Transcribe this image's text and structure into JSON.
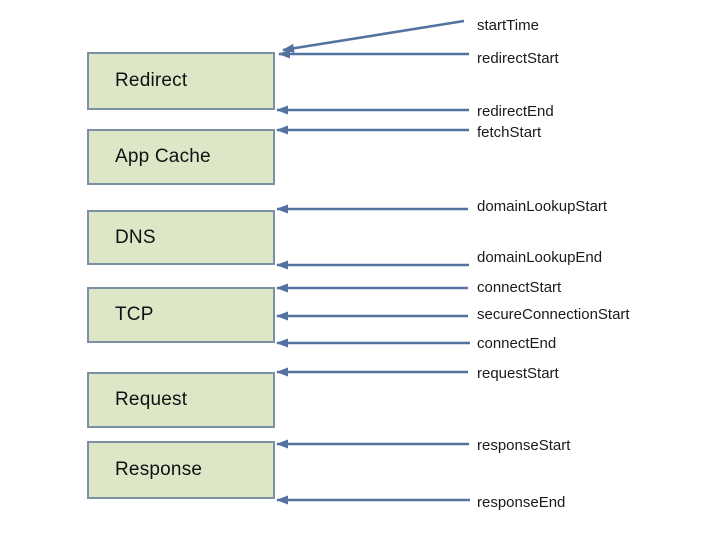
{
  "diagram": {
    "boxes": [
      {
        "label": "Redirect"
      },
      {
        "label": "App Cache"
      },
      {
        "label": "DNS"
      },
      {
        "label": "TCP"
      },
      {
        "label": "Request"
      },
      {
        "label": "Response"
      }
    ],
    "markers": [
      {
        "label": "startTime"
      },
      {
        "label": "redirectStart"
      },
      {
        "label": "redirectEnd"
      },
      {
        "label": "fetchStart"
      },
      {
        "label": "domainLookupStart"
      },
      {
        "label": "domainLookupEnd"
      },
      {
        "label": "connectStart"
      },
      {
        "label": "secureConnectionStart"
      },
      {
        "label": "connectEnd"
      },
      {
        "label": "requestStart"
      },
      {
        "label": "responseStart"
      },
      {
        "label": "responseEnd"
      }
    ],
    "colors": {
      "background": "#ffffff",
      "box_fill": "#dde7c8",
      "box_border": "#7b91a3",
      "arrow": "#53729f",
      "text": "#1a1a1a"
    }
  }
}
